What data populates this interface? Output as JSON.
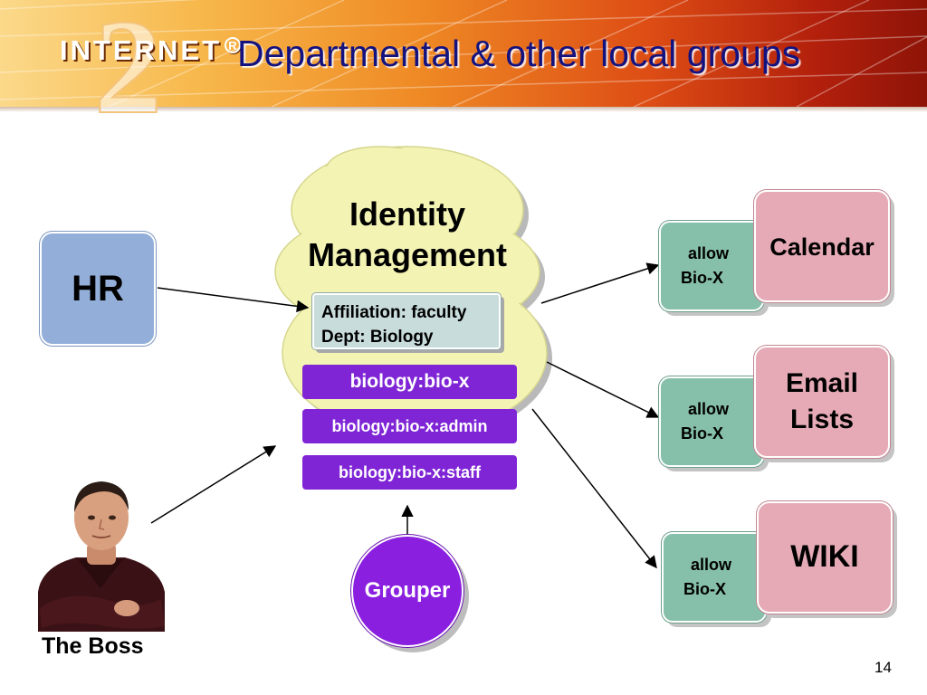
{
  "header": {
    "logo_text": "INTERNET",
    "logo_mark": "2",
    "logo_registered": "R",
    "title": "Departmental & other local groups"
  },
  "hr": {
    "label": "HR"
  },
  "identity_management": {
    "title_line1": "Identity",
    "title_line2": "Management",
    "affiliation_line1": "Affiliation: faculty",
    "affiliation_line2": "Dept: Biology",
    "groups": [
      "biology:bio-x",
      "biology:bio-x:admin",
      "biology:bio-x:staff"
    ]
  },
  "grouper": {
    "label": "Grouper"
  },
  "boss": {
    "label": "The Boss"
  },
  "permissions": [
    {
      "line1": "allow",
      "line2": "Bio-X"
    },
    {
      "line1": "allow",
      "line2": "Bio-X"
    },
    {
      "line1": "allow",
      "line2": "Bio-X"
    }
  ],
  "services": [
    {
      "line1": "Calendar",
      "line2": ""
    },
    {
      "line1": "Email",
      "line2": "Lists"
    },
    {
      "line1": "WIKI",
      "line2": ""
    }
  ],
  "page_number": "14",
  "colors": {
    "title": "#14127e",
    "hr_box": "#93afd9",
    "cloud": "#f3f3b4",
    "affiliation_box": "#c9dcdc",
    "group_box": "#7f25d6",
    "grouper": "#8a1fe0",
    "allow_box": "#86bfaa",
    "service_box": "#e5aab5"
  }
}
